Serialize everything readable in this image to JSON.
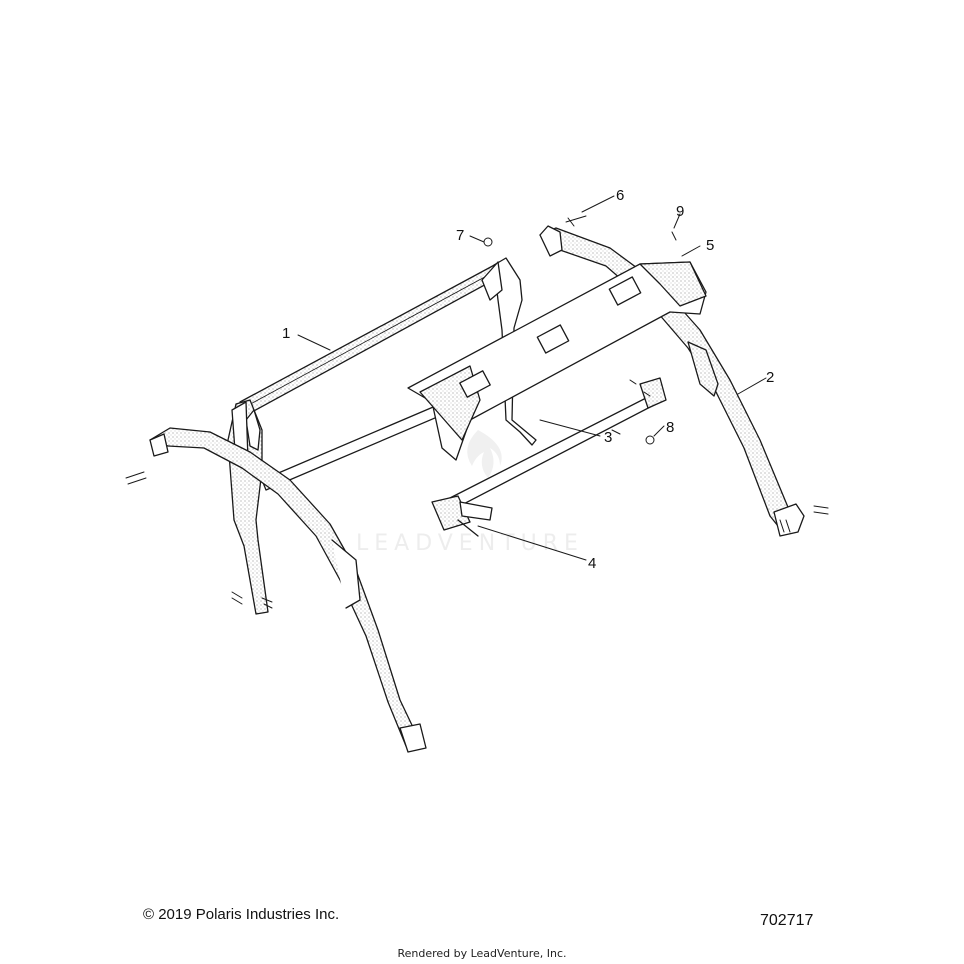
{
  "watermark": {
    "text": "LEADVENTURE",
    "logo": "leadventure-flame-logo"
  },
  "callouts": [
    {
      "id": "1",
      "label": "1"
    },
    {
      "id": "2",
      "label": "2"
    },
    {
      "id": "3",
      "label": "3"
    },
    {
      "id": "4",
      "label": "4"
    },
    {
      "id": "5",
      "label": "5"
    },
    {
      "id": "6",
      "label": "6"
    },
    {
      "id": "7",
      "label": "7"
    },
    {
      "id": "8",
      "label": "8"
    },
    {
      "id": "9",
      "label": "9"
    }
  ],
  "footer": {
    "copyright": "© 2019 Polaris Industries Inc.",
    "diagram_id": "702717",
    "rendered_by": "Rendered by LeadVenture, Inc."
  },
  "colors": {
    "line": "#1a1a1a",
    "fill": "#ffffff",
    "texture": "#bdbdbd"
  }
}
